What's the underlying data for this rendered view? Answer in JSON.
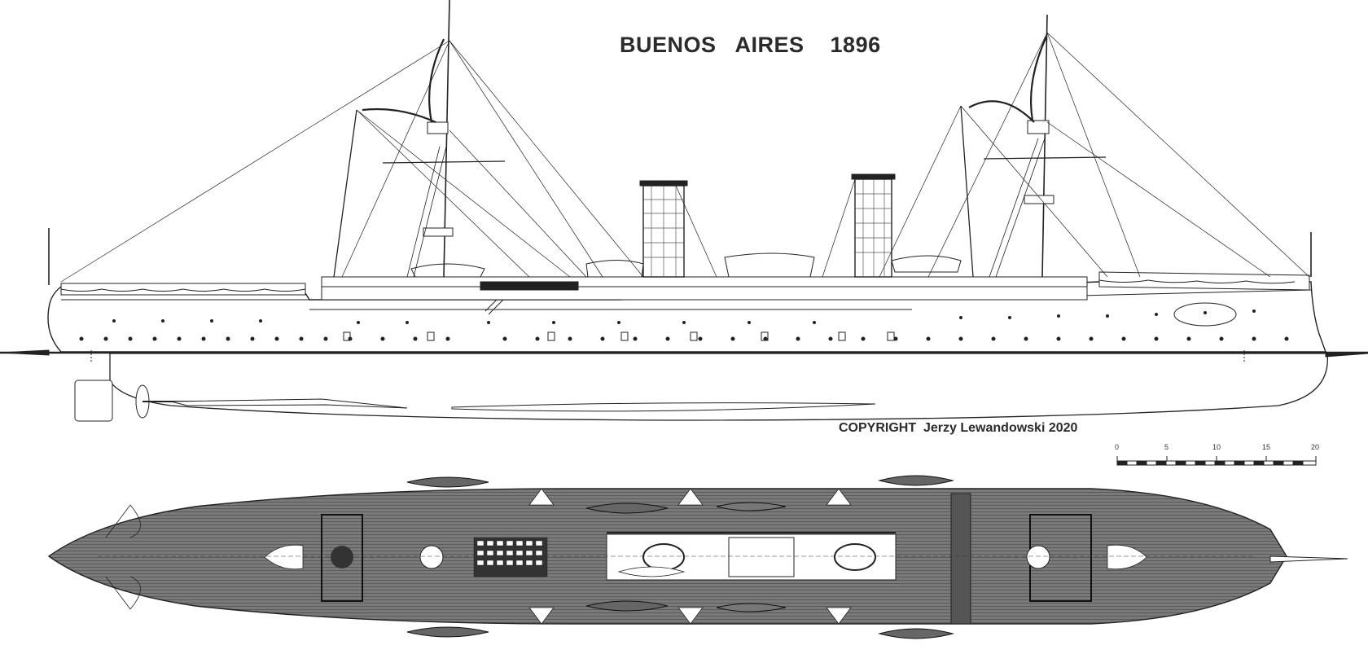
{
  "drawing": {
    "title": "BUENOS   AIRES    1896",
    "copyright": "COPYRIGHT  Jerzy Lewandowski 2020",
    "scale_bar": {
      "labels": [
        "0",
        "5",
        "10",
        "15",
        "20"
      ]
    },
    "colors": {
      "line": "#222222",
      "deck": "#7a7a7a",
      "deck_planks": "#5a5a5a",
      "deck_fittings": "#3a3a3a",
      "hull_fill": "#ffffff"
    }
  }
}
